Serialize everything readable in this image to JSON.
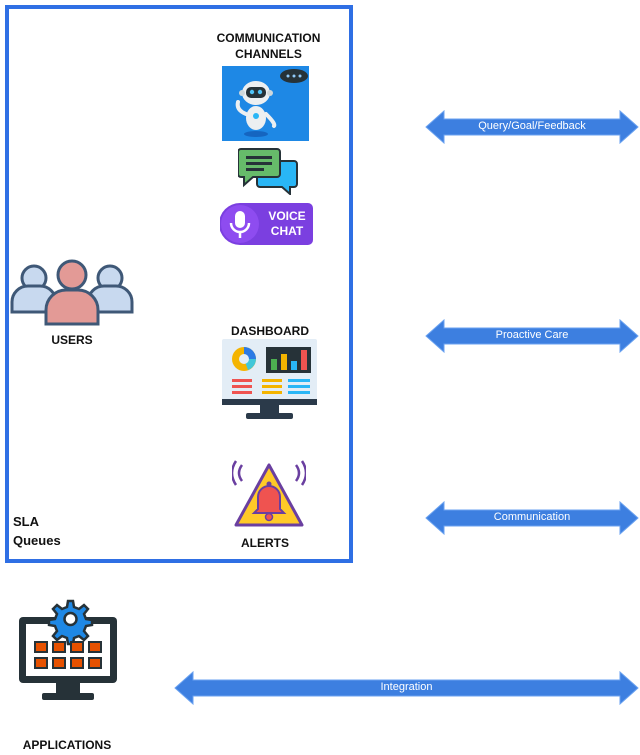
{
  "labels": {
    "communication_channels_line1": "COMMUNICATION",
    "communication_channels_line2": "CHANNELS",
    "users": "USERS",
    "dashboard": "DASHBOARD",
    "alerts": "ALERTS",
    "sla_line1": "SLA",
    "sla_line2": "Queues",
    "applications": "APPLICATIONS",
    "voice": "VOICE",
    "chat": "CHAT"
  },
  "arrows": [
    {
      "label": "Query/Goal/Feedback"
    },
    {
      "label": "Proactive Care"
    },
    {
      "label": "Communication"
    },
    {
      "label": "Integration"
    }
  ],
  "colors": {
    "container_border": "#2f6fe4",
    "arrow_fill": "#3d7fe0",
    "arrow_edge": "#6aa2f0"
  },
  "icons": [
    "robot-icon",
    "chat-bubbles-icon",
    "voice-chat-icon",
    "users-icon",
    "dashboard-monitor-icon",
    "alert-bell-icon",
    "applications-monitor-icon"
  ]
}
